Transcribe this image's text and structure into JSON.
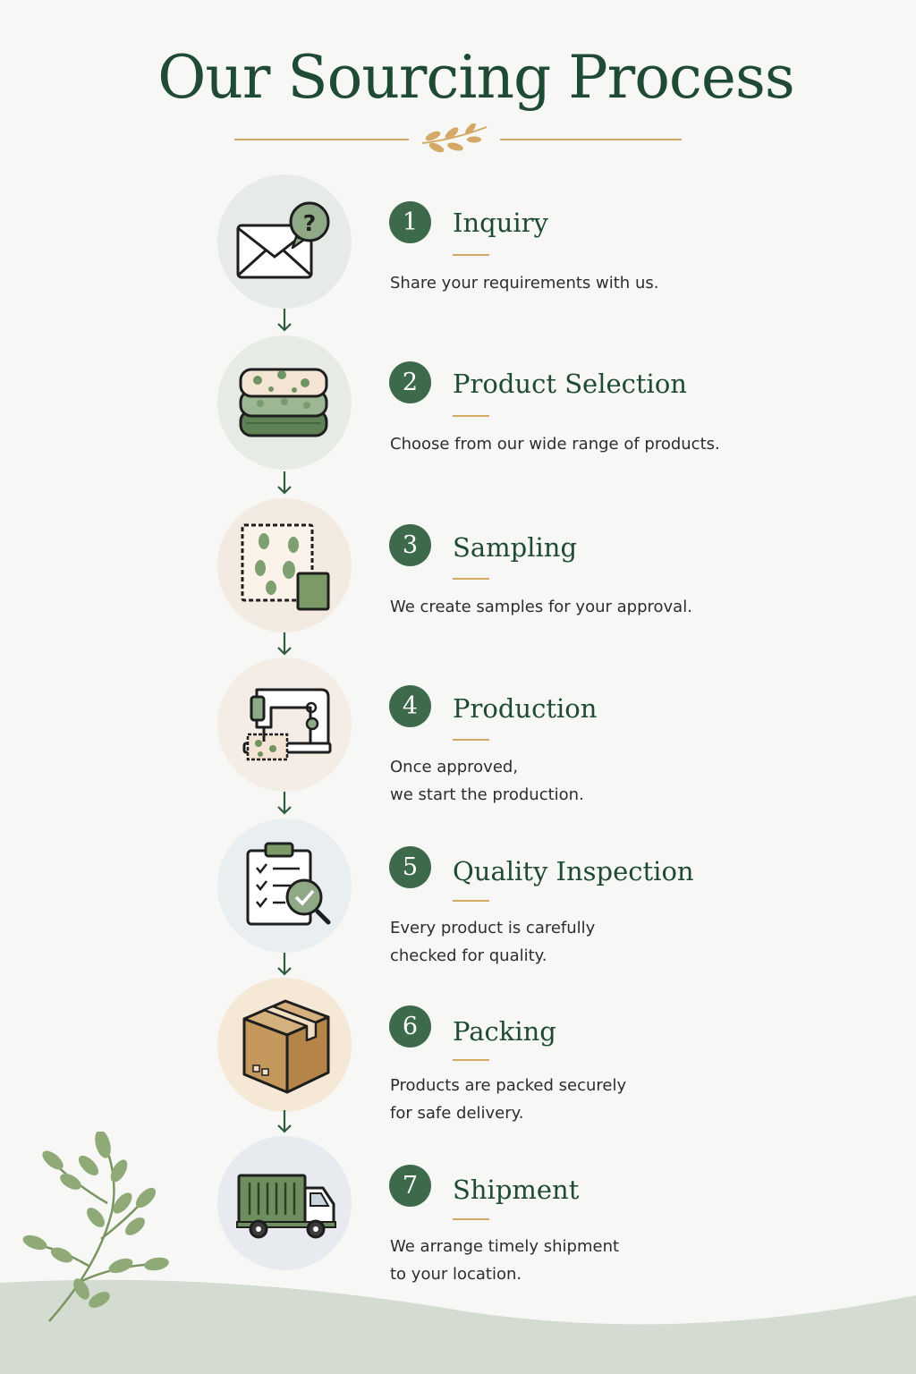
{
  "page": {
    "title": "Our Sourcing Process"
  },
  "steps": [
    {
      "number": "1",
      "title": "Inquiry",
      "lines": [
        "Share your requirements with us."
      ],
      "icon": "envelope-question-icon"
    },
    {
      "number": "2",
      "title": "Product Selection",
      "lines": [
        "Choose from our wide range of products."
      ],
      "icon": "fabric-stack-icon"
    },
    {
      "number": "3",
      "title": "Sampling",
      "lines": [
        "We create samples for your approval."
      ],
      "icon": "fabric-swatch-icon"
    },
    {
      "number": "4",
      "title": "Production",
      "lines": [
        "Once approved,",
        "we start the production."
      ],
      "icon": "sewing-machine-icon"
    },
    {
      "number": "5",
      "title": "Quality Inspection",
      "lines": [
        "Every product is carefully",
        "checked for quality."
      ],
      "icon": "clipboard-check-icon"
    },
    {
      "number": "6",
      "title": "Packing",
      "lines": [
        "Products are packed securely",
        "for safe delivery."
      ],
      "icon": "cardboard-box-icon"
    },
    {
      "number": "7",
      "title": "Shipment",
      "lines": [
        "We arrange timely shipment",
        "to your location."
      ],
      "icon": "delivery-truck-icon"
    }
  ],
  "colors": {
    "primary_green": "#3e6a4c",
    "title_green": "#1f4a33",
    "gold_accent": "#d3a965",
    "background": "#f7f7f5"
  }
}
